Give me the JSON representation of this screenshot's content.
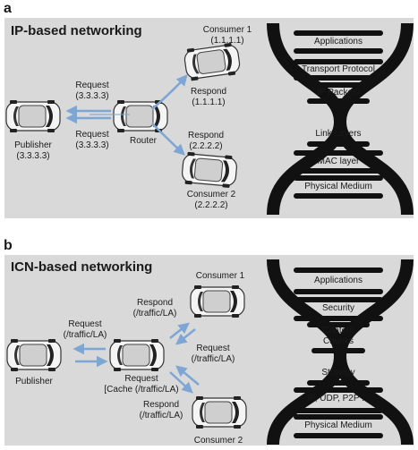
{
  "panel_a": {
    "letter": "a",
    "title": "IP-based networking",
    "consumer1": {
      "name": "Consumer 1",
      "addr": "(1.1.1.1)"
    },
    "consumer2": {
      "name": "Consumer 2",
      "addr": "(2.2.2.2)"
    },
    "publisher": {
      "name": "Publisher",
      "addr": "(3.3.3.3)"
    },
    "router": "Router",
    "request_top": {
      "line1": "Request",
      "line2": "(3.3.3.3)"
    },
    "request_bottom": {
      "line1": "Request",
      "line2": "(3.3.3.3)"
    },
    "respond1": {
      "line1": "Respond",
      "line2": "(1.1.1.1)"
    },
    "respond2": {
      "line1": "Respond",
      "line2": "(2.2.2.2)"
    },
    "stack": [
      "Applications",
      "Transport Protocol",
      "IP Packets",
      "Link Layers",
      "MAC layer",
      "Physical Medium"
    ]
  },
  "panel_b": {
    "letter": "b",
    "title": "ICN-based networking",
    "consumer1": "Consumer 1",
    "consumer2": "Consumer 2",
    "publisher": "Publisher",
    "request_left": {
      "line1": "Request",
      "line2": "(/traffic/LA)"
    },
    "request_center": {
      "line1": "Request",
      "line2": "[Cache (/traffic/LA)"
    },
    "request_right": {
      "line1": "Request",
      "line2": "(/traffic/LA)"
    },
    "respond_top": {
      "line1": "Respond",
      "line2": "(/traffic/LA)"
    },
    "respond_bottom": {
      "line1": "Respond",
      "line2": "(/traffic/LA)"
    },
    "stack": [
      "Applications",
      "Security",
      "Content",
      "Chunks",
      "Strategy",
      "IP, UDP, P2P ...",
      "Physical Medium"
    ]
  },
  "colors": {
    "panel_bg": "#d9d9d9",
    "arrow": "#7ea6d4",
    "bar": "#111111"
  }
}
